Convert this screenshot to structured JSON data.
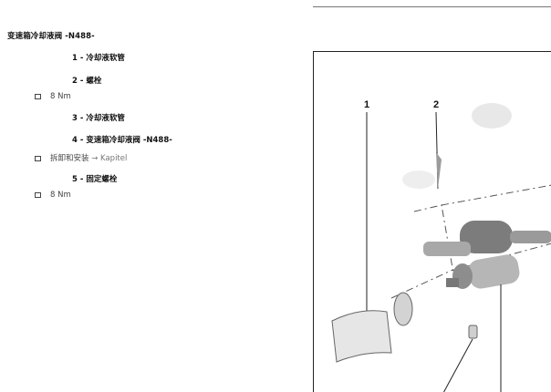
{
  "document": {
    "title": "变速箱冷却液阀 -N488-",
    "items": [
      {
        "number": "1",
        "label": "冷却液软管"
      },
      {
        "number": "2",
        "label": "螺栓"
      },
      {
        "note": "8 Nm"
      },
      {
        "number": "3",
        "label": "冷却液软管"
      },
      {
        "number": "4",
        "label": "变速箱冷却液阀 -N488-"
      },
      {
        "note": "拆卸和安装",
        "link": "→ Kapitel"
      },
      {
        "number": "5",
        "label": "固定螺栓"
      },
      {
        "note": "8 Nm"
      }
    ]
  },
  "figure": {
    "callouts": [
      "1",
      "2"
    ]
  }
}
